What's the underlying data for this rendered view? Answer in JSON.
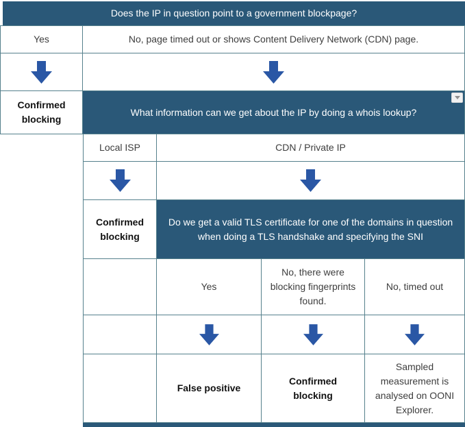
{
  "colors": {
    "header_blue": "#2A5878",
    "arrow_blue": "#2A57A5",
    "border": "#55808C",
    "text": "#3D3D3D",
    "bold_text": "#111111",
    "bottom_bar": "#2A5878",
    "widget_bg": "#F1F1F1",
    "widget_border": "#D9D9D9",
    "widget_caret": "#8F8F8F"
  },
  "icons": {
    "down_arrow": "block-down-arrow",
    "dropdown_caret": "caret-down"
  },
  "flowchart": {
    "step1": {
      "question": "Does the IP in question point to a government blockpage?",
      "answer_yes": "Yes",
      "answer_no": "No, page timed out or shows Content Delivery Network (CDN) page.",
      "outcome_yes": "Confirmed blocking"
    },
    "step2": {
      "question": "What information can we get about the IP by doing a whois lookup?",
      "answer_local_isp": "Local ISP",
      "answer_cdn": "CDN / Private IP",
      "outcome_local_isp": "Confirmed blocking"
    },
    "step3": {
      "question": "Do we get a valid TLS certificate for one of the domains in question when doing a TLS handshake and specifying the SNI",
      "answer_yes": "Yes",
      "answer_no_fingerprints": "No, there were blocking fingerprints found.",
      "answer_no_timeout": "No, timed out",
      "outcome_yes": "False positive",
      "outcome_no_fingerprints": "Confirmed blocking",
      "outcome_no_timeout": "Sampled measurement is analysed on OONI Explorer."
    }
  }
}
